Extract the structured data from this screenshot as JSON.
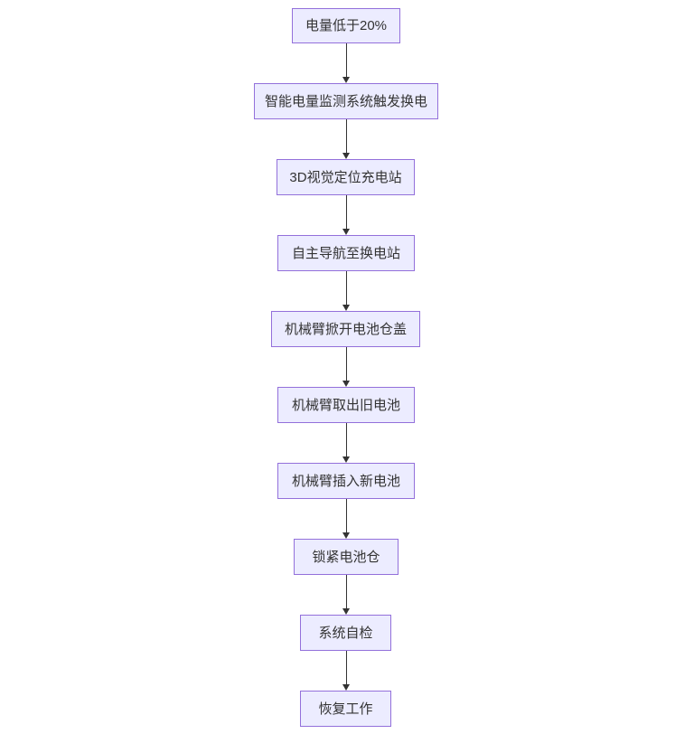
{
  "diagram": {
    "type": "flowchart",
    "direction": "top-down",
    "theme": {
      "background": "#ffffff",
      "node_fill": "#ECECFF",
      "node_border": "#9370DB",
      "node_text_color": "#333333",
      "arrow_color": "#333333"
    },
    "nodes": [
      {
        "label": "电量低于20%"
      },
      {
        "label": "智能电量监测系统触发换电"
      },
      {
        "label": "3D视觉定位充电站"
      },
      {
        "label": "自主导航至换电站"
      },
      {
        "label": "机械臂掀开电池仓盖"
      },
      {
        "label": "机械臂取出旧电池"
      },
      {
        "label": "机械臂插入新电池"
      },
      {
        "label": "锁紧电池仓"
      },
      {
        "label": "系统自检"
      },
      {
        "label": "恢复工作"
      }
    ],
    "edges": [
      {
        "from": 0,
        "to": 1
      },
      {
        "from": 1,
        "to": 2
      },
      {
        "from": 2,
        "to": 3
      },
      {
        "from": 3,
        "to": 4
      },
      {
        "from": 4,
        "to": 5
      },
      {
        "from": 5,
        "to": 6
      },
      {
        "from": 6,
        "to": 7
      },
      {
        "from": 7,
        "to": 8
      },
      {
        "from": 8,
        "to": 9
      }
    ]
  }
}
